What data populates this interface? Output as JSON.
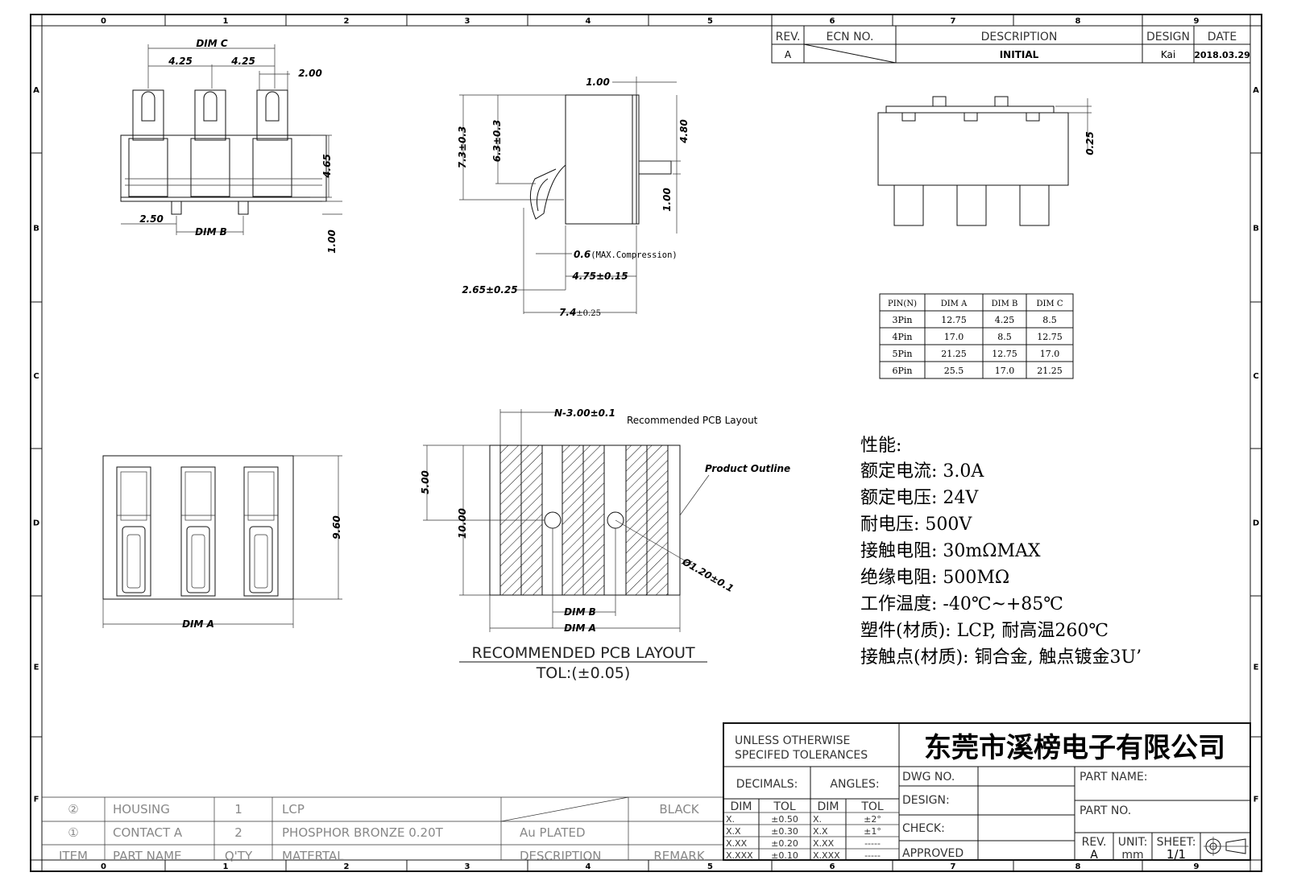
{
  "frame": {
    "cols": [
      "0",
      "1",
      "2",
      "3",
      "4",
      "5",
      "6",
      "7",
      "8",
      "9"
    ],
    "rows": [
      "A",
      "B",
      "C",
      "D",
      "E",
      "F"
    ]
  },
  "revision_block": {
    "headers": {
      "rev": "REV.",
      "ecn": "ECN NO.",
      "description": "DESCRIPTION",
      "design": "DESIGN",
      "date": "DATE"
    },
    "row": {
      "rev": "A",
      "description": "INITIAL",
      "design": "Kai",
      "date": "2018.03.29"
    }
  },
  "top_view": {
    "dim_c": "DIM C",
    "pitch1": "4.25",
    "pitch2": "4.25",
    "w": "2.00",
    "h": "4.65",
    "left": "2.50",
    "dim_b": "DIM B",
    "h2": "1.00"
  },
  "side_view": {
    "top": "1.00",
    "h1": "7.3±0.3",
    "h2": "6.3±0.3",
    "h3": "4.80",
    "h4": "1.00",
    "comp_value": "0.6",
    "comp_note": "(MAX.Compression)",
    "d1": "4.75±0.15",
    "d2": "2.65±0.25",
    "d3_value": "7.4",
    "d3_tol": "±0.25"
  },
  "right_view": {
    "h": "0.25"
  },
  "pin_table": {
    "headers": [
      "PIN(N)",
      "DIM A",
      "DIM B",
      "DIM C"
    ],
    "rows": [
      [
        "3Pin",
        "12.75",
        "4.25",
        "8.5"
      ],
      [
        "4Pin",
        "17.0",
        "8.5",
        "12.75"
      ],
      [
        "5Pin",
        "21.25",
        "12.75",
        "17.0"
      ],
      [
        "6Pin",
        "25.5",
        "17.0",
        "21.25"
      ]
    ]
  },
  "bottom_view": {
    "h": "9.60",
    "dim_a": "DIM A"
  },
  "pcb_layout": {
    "n_pitch": "N-3.00±0.1",
    "note": "Recommended PCB Layout",
    "outline": "Product Outline",
    "h1": "5.00",
    "h2": "10.00",
    "hole": "Ø1.20±0.1",
    "dim_b": "DIM B",
    "dim_a": "DIM A",
    "title": "RECOMMENDED PCB LAYOUT",
    "tol": "TOL:(±0.05)"
  },
  "specs": {
    "heading": "性能:",
    "lines": [
      "额定电流: 3.0A",
      "额定电压: 24V",
      "耐电压: 500V",
      "接触电阻: 30mΩMAX",
      "绝缘电阻: 500MΩ",
      "工作温度: -40℃~+85℃",
      "塑件(材质): LCP, 耐高温260℃",
      "接触点(材质): 铜合金, 触点镀金3U’"
    ]
  },
  "bom": {
    "rows": [
      {
        "item": "②",
        "name": "HOUSING",
        "qty": "1",
        "material": "LCP",
        "description": "",
        "remark": "BLACK"
      },
      {
        "item": "①",
        "name": "CONTACT A",
        "qty": "2",
        "material": "PHOSPHOR BRONZE 0.20T",
        "description": "Au PLATED",
        "remark": ""
      }
    ],
    "header": {
      "item": "ITEM",
      "name": "PART NAME",
      "qty": "Q'TY",
      "material": "MATERTAL",
      "description": "DESCRIPTION",
      "remark": "REMARK"
    }
  },
  "title_block": {
    "tol_line1": "UNLESS OTHERWISE",
    "tol_line2": "SPECIFED TOLERANCES",
    "company": "东莞市溪榜电子有限公司",
    "decimals": "DECIMALS:",
    "angles": "ANGLES:",
    "dim": "DIM",
    "tol": "TOL",
    "dec_rows": [
      [
        "X.",
        "±0.50"
      ],
      [
        "X.X",
        "±0.30"
      ],
      [
        "X.XX",
        "±0.20"
      ],
      [
        "X.XXX",
        "±0.10"
      ]
    ],
    "ang_rows": [
      [
        "X.",
        "±2°"
      ],
      [
        "X.X",
        "±1°"
      ],
      [
        "X.XX",
        "-----"
      ],
      [
        "X.XXX",
        "-----"
      ]
    ],
    "dwg_no": "DWG NO.",
    "design": "DESIGN:",
    "check": "CHECK:",
    "approved": "APPROVED",
    "part_name": "PART NAME:",
    "part_no": "PART NO.",
    "rev_label": "REV.",
    "rev": "A",
    "unit_label": "UNIT:",
    "unit": "mm",
    "sheet_label": "SHEET:",
    "sheet": "1/1"
  }
}
